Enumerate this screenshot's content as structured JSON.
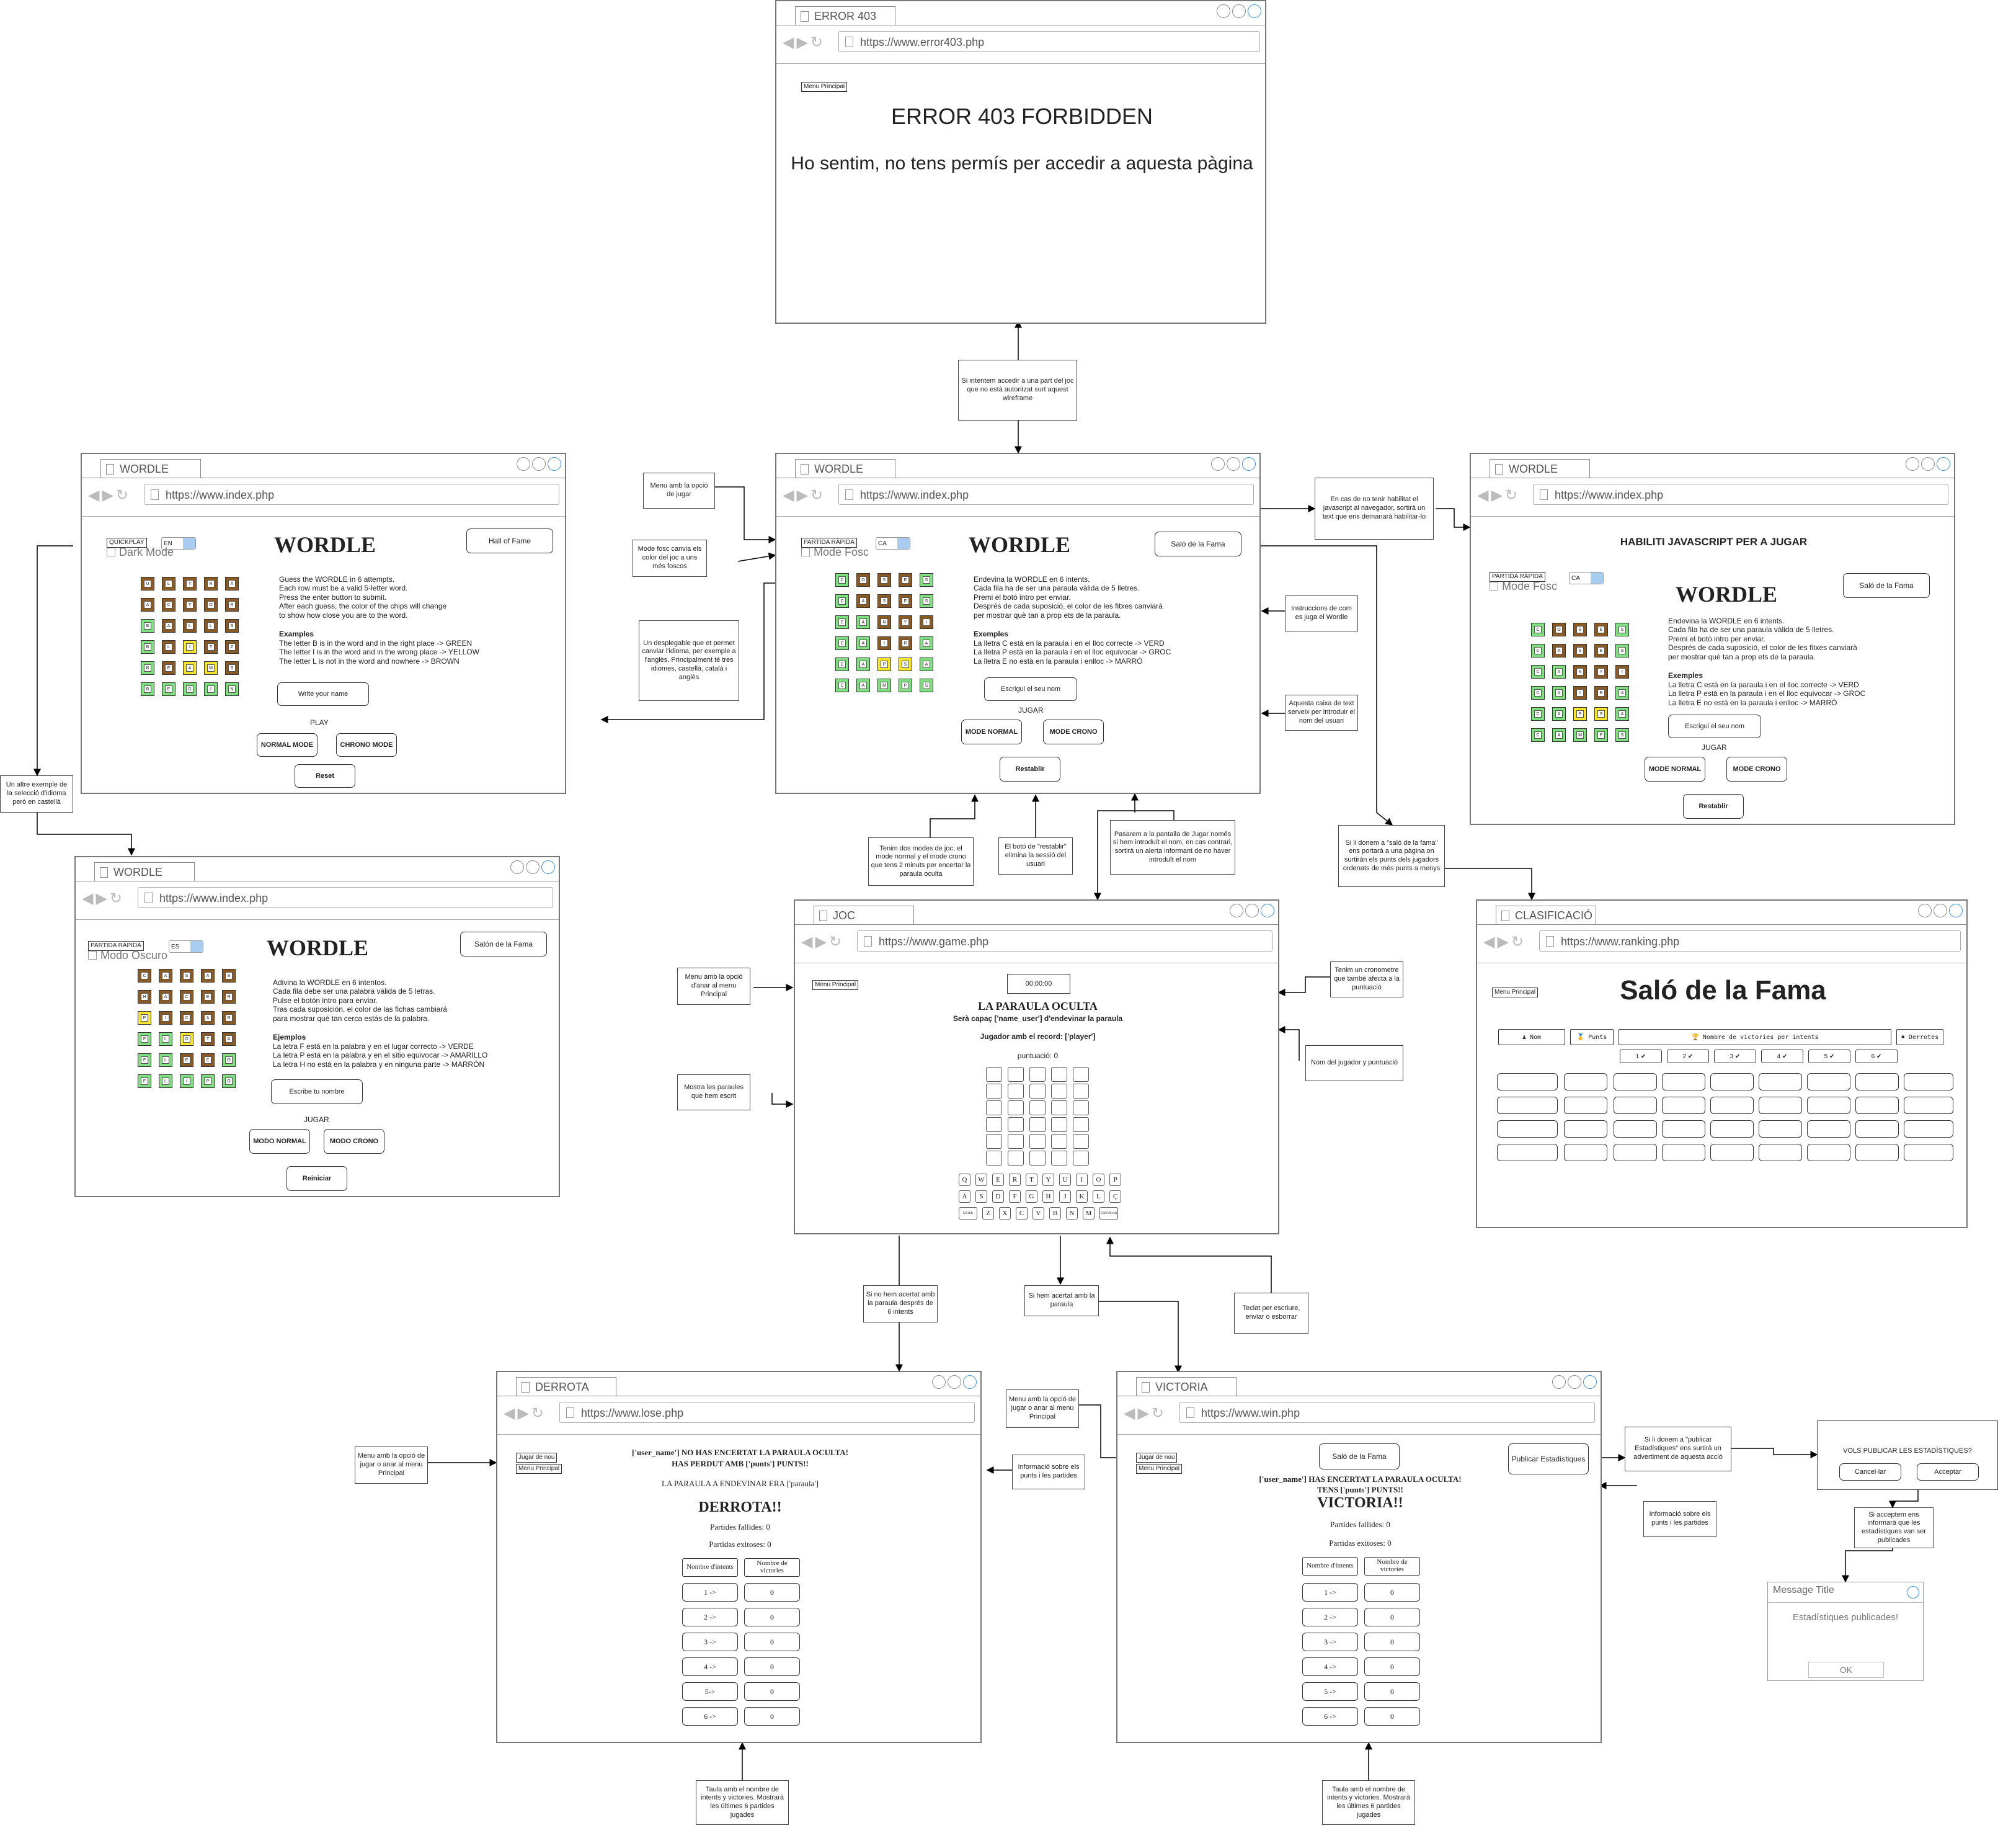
{
  "error": {
    "tab": "ERROR 403",
    "url": "https://www.error403.php",
    "menu": "Menu Principal",
    "title": "ERROR 403 FORBIDDEN",
    "message": "Ho sentim, no tens permís per accedir a aquesta pàgina"
  },
  "en": {
    "tab": "WORDLE",
    "url": "https://www.index.php",
    "quick": "QUICKPLAY",
    "lang": "EN",
    "dark": "Dark Mode",
    "title": "WORDLE",
    "hall": "Hall of Fame",
    "instructions": "Guess the WORDLE in 6 attempts.\nEach row must be a valid 5-letter word.\nPress the enter button to submit.\nAfter each guess, the color of the chips will change\nto show how close you are to the word.",
    "examples_title": "Examples",
    "examples": "The letter B is in the word and in the right place -> GREEN\nThe letter I is in the word and in the wrong place -> YELLOW\nThe letter L is not in the word and nowhere -> BROWN",
    "name": "Write your name",
    "play": "PLAY",
    "normal": "NORMAL MODE",
    "crono": "CHRONO MODE",
    "reset": "Reset",
    "grid": [
      "ULTRA",
      "ACTOR",
      "BALLS",
      "BLITZ",
      "BEAMS",
      "BEGIN"
    ],
    "colors": [
      "bbbbb",
      "bbbbb",
      "gbbbb",
      "gbybb",
      "gbyyb",
      "ggggg"
    ]
  },
  "ca": {
    "tab": "WORDLE",
    "url": "https://www.index.php",
    "quick": "PARTIDA RÀPIDA",
    "lang": "CA",
    "dark": "Mode Fosc",
    "title": "WORDLE",
    "hall": "Saló de la Fama",
    "instructions": "Endevina la WORDLE en 6 intents.\nCada fila ha de ser una paraula vàlida de 5 lletres.\nPremi el botó intro per enviar.\nDesprés de cada suposició, el color de les fitxes canviarà\nper mostrar què tan a prop ets de la paraula.",
    "examples_title": "Exemples",
    "examples": "La lletra C està en la paraula i en el lloc correcte -> VERD\nLa lletra P està en la paraula i en el lloc equivocar -> GROC\nLa lletra E no està en la paraula i enlloc -> MARRÓ",
    "name": "Escrigui el seu nom",
    "play": "JUGAR",
    "normal": "MODE NORMAL",
    "crono": "MODE CRONO",
    "reset": "Restablir",
    "grid": [
      "COSES",
      "CASES",
      "CANYI",
      "CAIRA",
      "CAPSA",
      "CAMPS"
    ],
    "colors": [
      "gbbbg",
      "gbbbg",
      "ggbbb",
      "ggbbg",
      "ggyyg",
      "ggggg"
    ]
  },
  "js": {
    "tab": "WORDLE",
    "url": "https://www.index.php",
    "warning": "HABILITI JAVASCRIPT PER A JUGAR",
    "quick": "PARTIDA RÀPIDA",
    "lang": "CA",
    "dark": "Mode Fosc",
    "title": "WORDLE",
    "hall": "Saló de la Fama",
    "instructions": "Endevina la WORDLE en 6 intents.\nCada fila ha de ser una paraula vàlida de 5 lletres.\nPremi el botó intro per enviar.\nDesprés de cada suposició, el color de les fitxes canviarà\nper mostrar què tan a prop ets de la paraula.",
    "examples_title": "Exemples",
    "examples": "La lletra C està en la paraula i en el lloc correcte -> VERD\nLa lletra P està en la paraula i en el lloc equivocar -> GROC\nLa lletra E no està en la paraula i enlloc -> MARRÓ",
    "name": "Escrigui el seu nom",
    "play": "JUGAR",
    "normal": "MODE NORMAL",
    "crono": "MODE CRONO",
    "reset": "Restablir",
    "grid": [
      "COSES",
      "CASES",
      "CANYI",
      "CAIRA",
      "CAPSA",
      "CAMPS"
    ],
    "colors": [
      "gbbbg",
      "gbbbg",
      "ggbbb",
      "ggbbg",
      "ggyyg",
      "ggggg"
    ]
  },
  "es": {
    "tab": "WORDLE",
    "url": "https://www.index.php",
    "quick": "PARTIDA RÁPIDA",
    "lang": "ES",
    "dark": "Modo Oscuro",
    "title": "WORDLE",
    "hall": "Salón de la Fama",
    "instructions": "Adivina la WORDLE en 6 intentos.\nCada fila debe ser una palabra válida de 5 letras.\nPulse el botón intro para enviar.\nTras cada suposición, el color de las fichas cambiará\npara mostrar qué tan cerca estás de la palabra.",
    "examples_title": "Ejemplos",
    "examples": "La letra F está en la palabra y en el lugar correcto -> VERDE\nLa letra P está en la palabra y en el sitio equivocar -> AMARILLO\nLa letra H no está en la palabra y en ninguna parte -> MARRÓN",
    "name": "Escribe tu nombre",
    "play": "JUGAR",
    "normal": "MODO NORMAL",
    "crono": "MODO CRONO",
    "reset": "Reiniciar",
    "grid": [
      "CASAS",
      "HACER",
      "PICAR",
      "FLOTA",
      "FLECO",
      "FLIPO"
    ],
    "colors": [
      "bbbbb",
      "bbbbb",
      "ybbbb",
      "ggybb",
      "ggbbg",
      "ggggg"
    ]
  },
  "game": {
    "tab": "JOC",
    "url": "https://www.game.php",
    "menu": "Menu Principal",
    "timer": "00:00:00",
    "title": "LA PARAULA OCULTA",
    "subtitle": "Serà capaç ['name_user'] d'endevinar la paraula",
    "record": "Jugador amb el record: ['player']",
    "score": "puntuació: 0",
    "keys1": [
      "Q",
      "W",
      "E",
      "R",
      "T",
      "Y",
      "U",
      "I",
      "O",
      "P"
    ],
    "keys2": [
      "A",
      "S",
      "D",
      "F",
      "G",
      "H",
      "J",
      "K",
      "L",
      "Ç"
    ],
    "keys3": [
      "ENTER",
      "Z",
      "X",
      "C",
      "V",
      "B",
      "N",
      "M",
      "ESBORRAR"
    ]
  },
  "rank": {
    "tab": "CLASIFICACIÓ",
    "url": "https://www.ranking.php",
    "menu": "Menu Principal",
    "title": "Saló de la Fama",
    "col_name": "♟ Nom",
    "col_points": "🥇 Punts",
    "col_victories": "🏆 Nombre de victories per intents",
    "col_defeats": "✖ Derrotes",
    "attempts": [
      "1 ✔",
      "2 ✔",
      "3 ✔",
      "4 ✔",
      "5 ✔",
      "6 ✔"
    ]
  },
  "lose": {
    "tab": "DERROTA",
    "url": "https://www.lose.php",
    "again": "Jugar de nou",
    "menu": "Menu Principal",
    "line1": "['user_name'] NO HAS ENCERTAT LA PARAULA OCULTA!",
    "line2": "HAS PERDUT AMB ['punts'] PUNTS!!",
    "line3": "LA PARAULA A ENDEVINAR ERA ['paraula']",
    "title": "DERROTA!!",
    "failed": "Partides fallides: 0",
    "won": "Partidas exitoses: 0",
    "h1": "Nombre d'intents",
    "h2": "Nombre de victories",
    "rows": [
      [
        "1 ->",
        "0"
      ],
      [
        "2 ->",
        "0"
      ],
      [
        "3 ->",
        "0"
      ],
      [
        "4 ->",
        "0"
      ],
      [
        "5->",
        "0"
      ],
      [
        "6 ->",
        "0"
      ]
    ]
  },
  "win": {
    "tab": "VICTORIA",
    "url": "https://www.win.php",
    "again": "Jugar de nou",
    "menu": "Menu Principal",
    "fame": "Saló de la Fama",
    "publish": "Publicar Estadístiques",
    "line1": "['user_name'] HAS ENCERTAT LA PARAULA OCULTA!",
    "line2": "TENS ['punts'] PUNTS!!",
    "title": "VICTORIA!!",
    "failed": "Partides fallides: 0",
    "won": "Partidas exitoses: 0",
    "h1": "Nombre d'intents",
    "h2": "Nombre de victories",
    "rows": [
      [
        "1 ->",
        "0"
      ],
      [
        "2 ->",
        "0"
      ],
      [
        "3 ->",
        "0"
      ],
      [
        "4 ->",
        "0"
      ],
      [
        "5 ->",
        "0"
      ],
      [
        "6 ->",
        "0"
      ]
    ]
  },
  "dialog": {
    "question": "VOLS PUBLICAR LES ESTADÍSTIQUES?",
    "cancel": "Cancel·lar",
    "accept": "Acceptar"
  },
  "msg": {
    "title": "Message Title",
    "body": "Estadístiques publicades!",
    "ok": "OK"
  },
  "notes": {
    "n403": "Si intentem accedir a una part del joc que no està autoritzat surt aquest wireframe",
    "menu_jugar": "Menu amb la opció de jugar",
    "mode_fosc": "Mode fosc canvia els color del joc a uns més foscos",
    "lang": "Un desplegable que et permet canviar l'idioma, per exemple a l'anglès. Principalment té tres idiomes, castellà, català i anglès",
    "js": "En cas de no tenir habilitat el javascript al navegador, sortirà un text que ens demanarà habilitar-lo",
    "instr": "Instruccions de com es juga el Wordle",
    "namebox": "Aquesta caixa de text serveix per introduir el nom del usuari",
    "modes": "Tenim dos modes de joc, el mode normal y el mode crono que tens 2 minuts per encertar la paraula oculta",
    "reset": "El botó de \"restablir\" elimina la sessió del usuari",
    "goto_game": "Pasarem a la pantalla de Jugar només si hem introduït el nom, en cas contrari, sortirà un alerta informant de no haver introduït el nom",
    "hall": "Si li donem a \"saló de la fama\" ens portarà a una pàgina on surtiràn els punts dels jugadors ordenats de més punts a menys",
    "es_example": "Un altre exemple de la selecció d'idioma però en castellà",
    "menu_game": "Menu amb la opció d'anar al menu Principal",
    "words": "Mostra les paraules que hem escrit",
    "crono": "Tenim un cronometre que també afecta a la puntuació",
    "player": "Nom del jugador y puntuació",
    "lost": "Si no hem acertat amb la paraula després de 6 intents",
    "won": "Si hem acertat amb la paraula",
    "keyboard": "Teclat per escriure, enviar o esborrar",
    "menu_lose": "Menu amb la opció de jugar o anar al menu Principal",
    "info_lose": "Informació sobre els punts i les partides",
    "menu_win": "Menu amb la opció de jugar o anar al menu Principal",
    "info_win": "Informació sobre els punts i les partides",
    "table_lose": "Taula amb el nombre de intents y victories. Mostrarà les últimes 6 partides jugades",
    "table_win": "Taula amb el nombre de intents y victories. Mostrarà les últimes 6 partides jugades",
    "publish": "Si li donem a \"publicar Estadístiques\" ens surtirà un advertiment de aquesta acció",
    "accept": "Si acceptem ens informarà que les estadístiques van ser publicades"
  }
}
